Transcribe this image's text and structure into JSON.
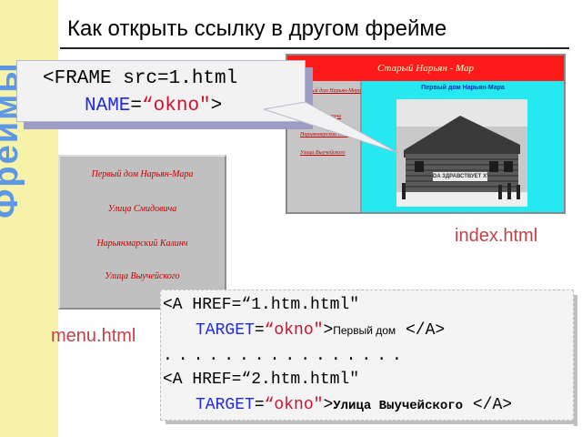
{
  "slide": {
    "title": "Как открыть ссылку в другом фрейме",
    "side_word": "Фреймы"
  },
  "frame_tag": {
    "line1": "<FRAME src=1.html",
    "attr_name": "NAME",
    "eq": "=",
    "attr_value": "“okno\"",
    "close": ">"
  },
  "index_page": {
    "banner_title": "Старый Нарьян - Мар",
    "main_title": "Первый дом Нарьян-Мара",
    "menu_links": [
      "Первый дом Нарьян-Мара",
      "Улица Смидовича",
      "Нарьянмарский Калинч",
      "Улица Выучейского"
    ],
    "photo_caption": "DA ЗДРАВСТВУЕТ XVII",
    "label": "index.html"
  },
  "menu_page": {
    "links": [
      "Первый дом Нарьян-Мара",
      "Улица Смидовича",
      "Нарьянмарский Калинч",
      "Улица Выучейского"
    ],
    "label": "menu.html"
  },
  "code": {
    "line1": "<A HREF=“1.htm.html\"",
    "line2_attr": "TARGET",
    "line2_eq": "=",
    "line2_value": "“okno\"",
    "line2_gt": ">",
    "line2_text": "Первый дом",
    "line2_close": " </A>",
    "dots": "................",
    "line3": "<A HREF=“2.htm.html\"",
    "line4_attr": "TARGET",
    "line4_eq": "=",
    "line4_value": "“okno\"",
    "line4_gt": ">",
    "line4_text": "Улица Выучейского",
    "line4_close": " </A>"
  },
  "colors": {
    "strip": "#f6f2a8",
    "side_word": "#5d97e6",
    "label_red": "#c0424a",
    "code_blue": "#1f2ae6",
    "code_red": "#d0102a",
    "banner_red": "#ff1a1a",
    "main_cyan": "#25e8f0"
  }
}
